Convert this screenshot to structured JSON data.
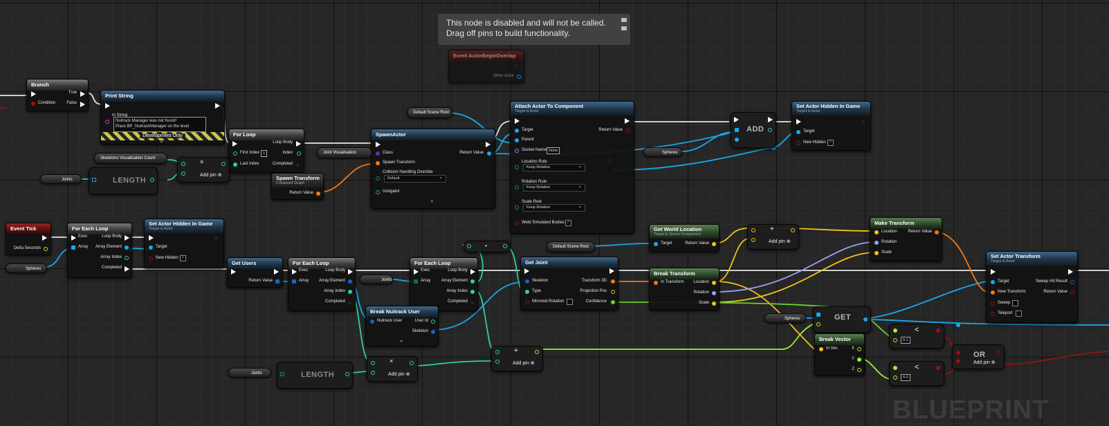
{
  "tooltip": {
    "line1": "This node is disabled and will not be called.",
    "line2": "Drag off pins to build functionality."
  },
  "watermark": "BLUEPRINT",
  "nodes": {
    "branch": {
      "title": "Branch",
      "true": "True",
      "false": "False",
      "condition": "Condition"
    },
    "print_string": {
      "title": "Print String",
      "in_string": "In String",
      "value_line1": "Nuitrack Manager was not found!",
      "value_line2": "Place BP_NuitrackManager on the level",
      "dev_only": "Development Only"
    },
    "event_begin_overlap": {
      "title": "Event ActorBeginOverlap",
      "other_actor": "Other Actor"
    },
    "for_loop": {
      "title": "For Loop",
      "first_index": "First Index",
      "first_index_val": "1",
      "last_index": "Last Index",
      "loop_body": "Loop Body",
      "index": "Index",
      "completed": "Completed"
    },
    "spawn_actor": {
      "title": "SpawnActor",
      "class": "Class",
      "spawn_transform": "Spawn Transform",
      "collision": "Collision Handling Override",
      "collision_val": "Default",
      "instigator": "Instigator",
      "return_value": "Return Value"
    },
    "spawn_transform_node": {
      "title": "Spawn Transform",
      "sub": "Collapsed Graph",
      "return_value": "Return Value"
    },
    "attach": {
      "title": "Attach Actor To Component",
      "sub": "Target is Actor",
      "target": "Target",
      "parent": "Parent",
      "socket": "Socket Name",
      "socket_val": "None",
      "loc_rule": "Location Rule",
      "loc_val": "Keep Relative",
      "rot_rule": "Rotation Rule",
      "rot_val": "Keep Relative",
      "scale_rule": "Scale Rule",
      "scale_val": "Keep Relative",
      "weld": "Weld Simulated Bodies",
      "return_value": "Return Value"
    },
    "add": {
      "title": "ADD"
    },
    "set_hidden_top": {
      "title": "Set Actor Hidden In Game",
      "sub": "Target is Actor",
      "target": "Target",
      "new_hidden": "New Hidden"
    },
    "event_tick": {
      "title": "Event Tick",
      "delta": "Delta Seconds"
    },
    "for_each_1": {
      "title": "For Each Loop",
      "exec": "Exec",
      "array": "Array",
      "loop_body": "Loop Body",
      "array_element": "Array Element",
      "array_index": "Array Index",
      "completed": "Completed"
    },
    "set_hidden_bottom": {
      "title": "Set Actor Hidden In Game",
      "sub": "Target is Actor",
      "target": "Target",
      "new_hidden": "New Hidden"
    },
    "get_users": {
      "title": "Get Users",
      "return_value": "Return Value"
    },
    "for_each_2": {
      "title": "For Each Loop",
      "exec": "Exec",
      "array": "Array",
      "loop_body": "Loop Body",
      "array_element": "Array Element",
      "array_index": "Array Index",
      "completed": "Completed"
    },
    "for_each_3": {
      "title": "For Each Loop",
      "exec": "Exec",
      "array": "Array",
      "loop_body": "Loop Body",
      "array_element": "Array Element",
      "array_index": "Array Index",
      "completed": "Completed"
    },
    "break_user": {
      "title": "Break Nuitrack User",
      "user": "Nuitrack User",
      "user_id": "User Id",
      "skeleton": "Skeleton"
    },
    "get_joint": {
      "title": "Get Joint",
      "skeleton": "Skeleton",
      "type": "Type",
      "mirrored": "Mirrored Rotation",
      "transform3d": "Transform 3D",
      "projection": "Projection Pos",
      "confidence": "Confidence"
    },
    "get_world_location": {
      "title": "Get World Location",
      "sub": "Target is Scene Component",
      "target": "Target",
      "return_value": "Return Value"
    },
    "break_transform": {
      "title": "Break Transform",
      "in_transform": "In Transform",
      "location": "Location",
      "rotation": "Rotation",
      "scale": "Scale"
    },
    "make_transform": {
      "title": "Make Transform",
      "location": "Location",
      "rotation": "Rotation",
      "scale": "Scale",
      "return_value": "Return Value"
    },
    "set_actor_transform": {
      "title": "Set Actor Transform",
      "sub": "Target is Actor",
      "target": "Target",
      "new_transform": "New Transform",
      "sweep": "Sweep",
      "teleport": "Teleport",
      "sweep_hit": "Sweep Hit Result",
      "return_value": "Return Value"
    },
    "get": {
      "title": "GET"
    },
    "break_vector": {
      "title": "Break Vector",
      "in_vec": "In Vec",
      "x": "X",
      "y": "Y",
      "z": "Z"
    },
    "less1": {
      "symbol": "<",
      "val": "0.1"
    },
    "less2": {
      "symbol": "<",
      "val": "0.0"
    },
    "or": {
      "title": "OR",
      "add_pin": "Add pin"
    },
    "length1": {
      "title": "LENGTH"
    },
    "length2": {
      "title": "LENGTH"
    },
    "mult1": {
      "symbol": "×",
      "add_pin": "Add pin"
    },
    "mult2": {
      "symbol": "×",
      "add_pin": "Add pin"
    },
    "plus1": {
      "symbol": "+",
      "add_pin": "Add pin"
    },
    "plus2": {
      "symbol": "+",
      "add_pin": "Add pin"
    },
    "dot": {
      "symbol": "•"
    }
  },
  "vars": {
    "default_scene_root_1": "Default Scene Root",
    "skeletons_count": "Skeletons Visualisation Count",
    "joints_1": "Joints",
    "joint_vis": "Joint Visualisation",
    "spheres_1": "Spheres",
    "spheres_2": "Spheres",
    "default_scene_root_2": "Default Scene Root",
    "joints_2": "Joints",
    "spheres_3": "Spheres",
    "joints_3": "Joints"
  },
  "colors": {
    "exec": "#ffffff",
    "object": "#1aa7ec",
    "int": "#2fd0a0",
    "float": "#9ef03a",
    "bool": "#9b1111",
    "vector": "#f2c21b",
    "rotator": "#9aa0f0",
    "transform": "#f07a16",
    "class": "#6a2bb0",
    "string": "#e03ccd",
    "struct": "#1565c0",
    "byte": "#0a6c60"
  }
}
